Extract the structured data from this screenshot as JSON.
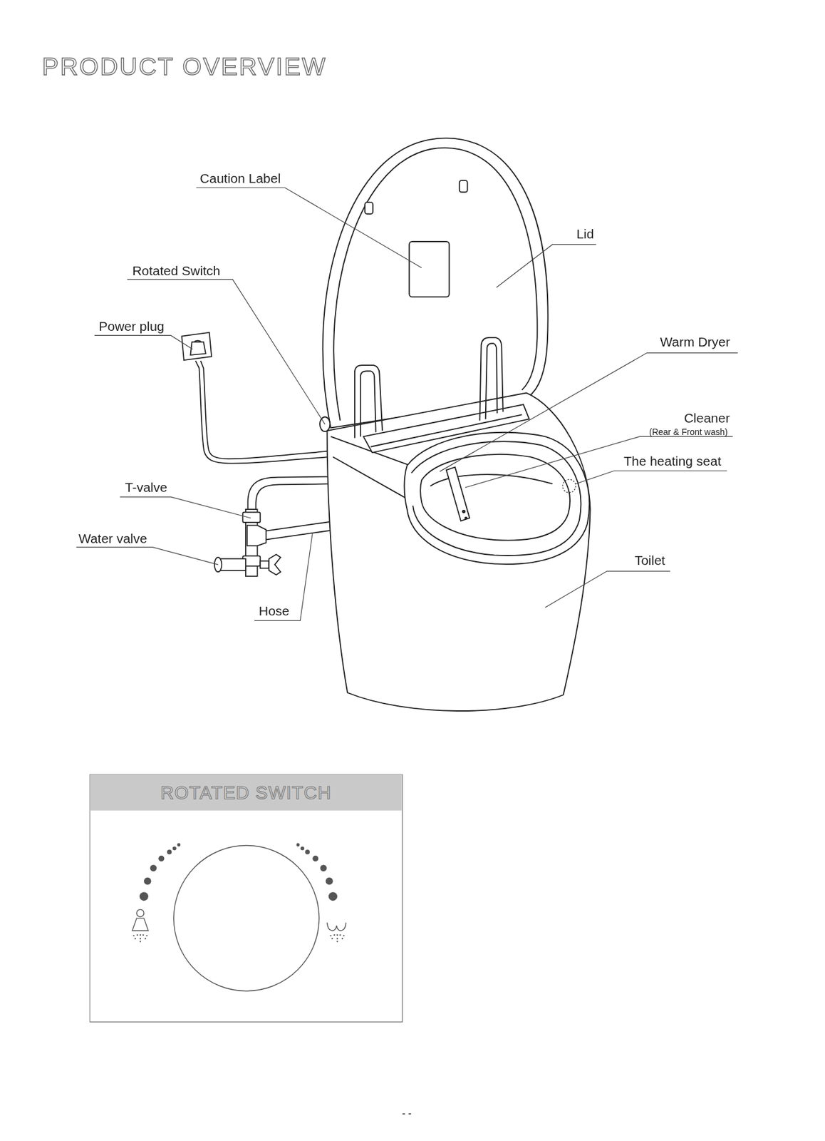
{
  "diagram": {
    "title": "PRODUCT OVERVIEW",
    "nodes": [
      {
        "text": [
          "ROTATED SWITCH"
        ]
      }
    ],
    "labels": [
      "Caution Label",
      "Lid",
      "Rotated Switch",
      "Power plug",
      "Warm Dryer",
      "Cleaner",
      "(Rear & Front wash)",
      "The heating seat",
      "T-valve",
      "Water valve",
      "Toilet",
      "Hose",
      "- -"
    ]
  }
}
